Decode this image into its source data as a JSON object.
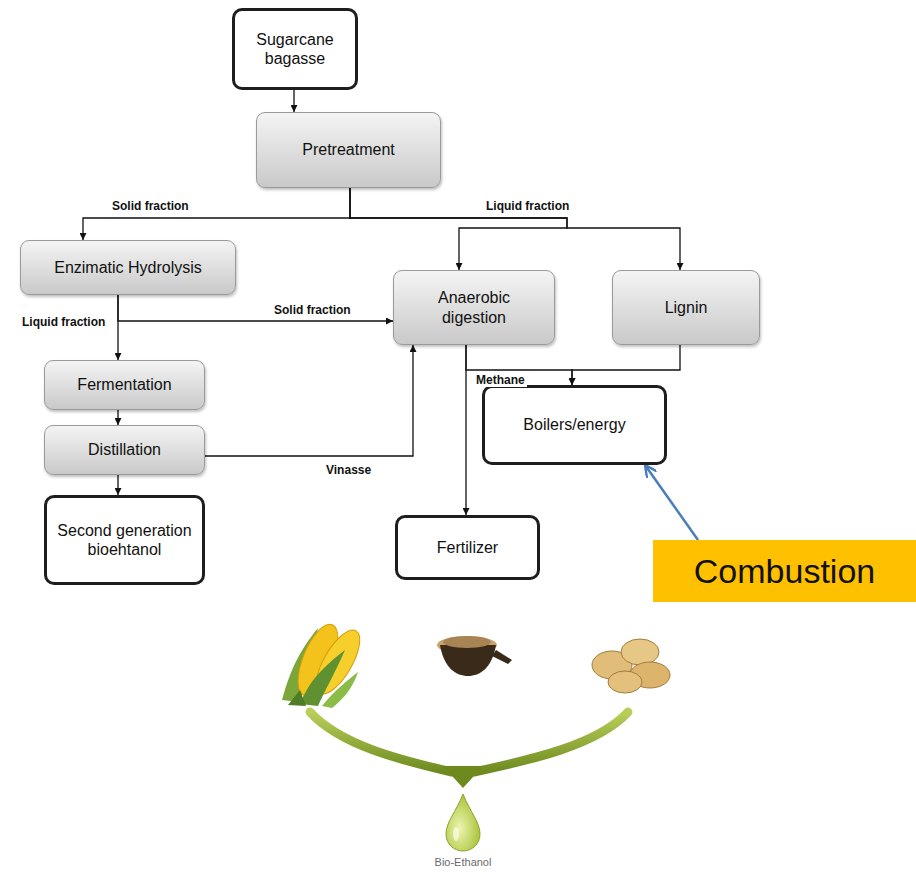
{
  "diagram": {
    "nodes": [
      {
        "text": [
          "Sugarcane bagasse"
        ]
      },
      {
        "text": [
          "Pretreatment"
        ]
      },
      {
        "text": [
          "Enzimatic Hydrolysis"
        ]
      },
      {
        "text": [
          "Anaerobic digestion"
        ]
      },
      {
        "text": [
          "Lignin"
        ]
      },
      {
        "text": [
          "Fermentation"
        ]
      },
      {
        "text": [
          "Distillation"
        ]
      },
      {
        "text": [
          "Boilers/energy"
        ]
      },
      {
        "text": [
          "Second generation bioehtanol"
        ]
      },
      {
        "text": [
          "Fertilizer"
        ]
      },
      {
        "text": [
          "Combustion"
        ]
      }
    ],
    "edges": [
      {
        "from": 0,
        "to": 1,
        "arrow": "to"
      },
      {
        "from": 1,
        "to": 2,
        "label": "Solid fraction",
        "arrow": "to"
      },
      {
        "from": 1,
        "to": 3,
        "label": "Liquid fraction",
        "arrow": "to"
      },
      {
        "from": 1,
        "to": 4,
        "arrow": "to"
      },
      {
        "from": 2,
        "to": 5,
        "label": "Liquid fraction",
        "arrow": "to"
      },
      {
        "from": 2,
        "to": 3,
        "label": "Solid fraction",
        "arrow": "to"
      },
      {
        "from": 5,
        "to": 6,
        "arrow": "to"
      },
      {
        "from": 6,
        "to": 8,
        "arrow": "to"
      },
      {
        "from": 6,
        "to": 3,
        "label": "Vinasse",
        "arrow": "to"
      },
      {
        "from": 3,
        "to": 7,
        "label": "Methane",
        "arrow": "to"
      },
      {
        "from": 4,
        "to": 7,
        "arrow": "to"
      },
      {
        "from": 3,
        "to": 9,
        "arrow": "to"
      },
      {
        "from": 10,
        "to": 7,
        "arrow": "to"
      }
    ],
    "labels": [
      "Bio-Ethanol"
    ]
  }
}
